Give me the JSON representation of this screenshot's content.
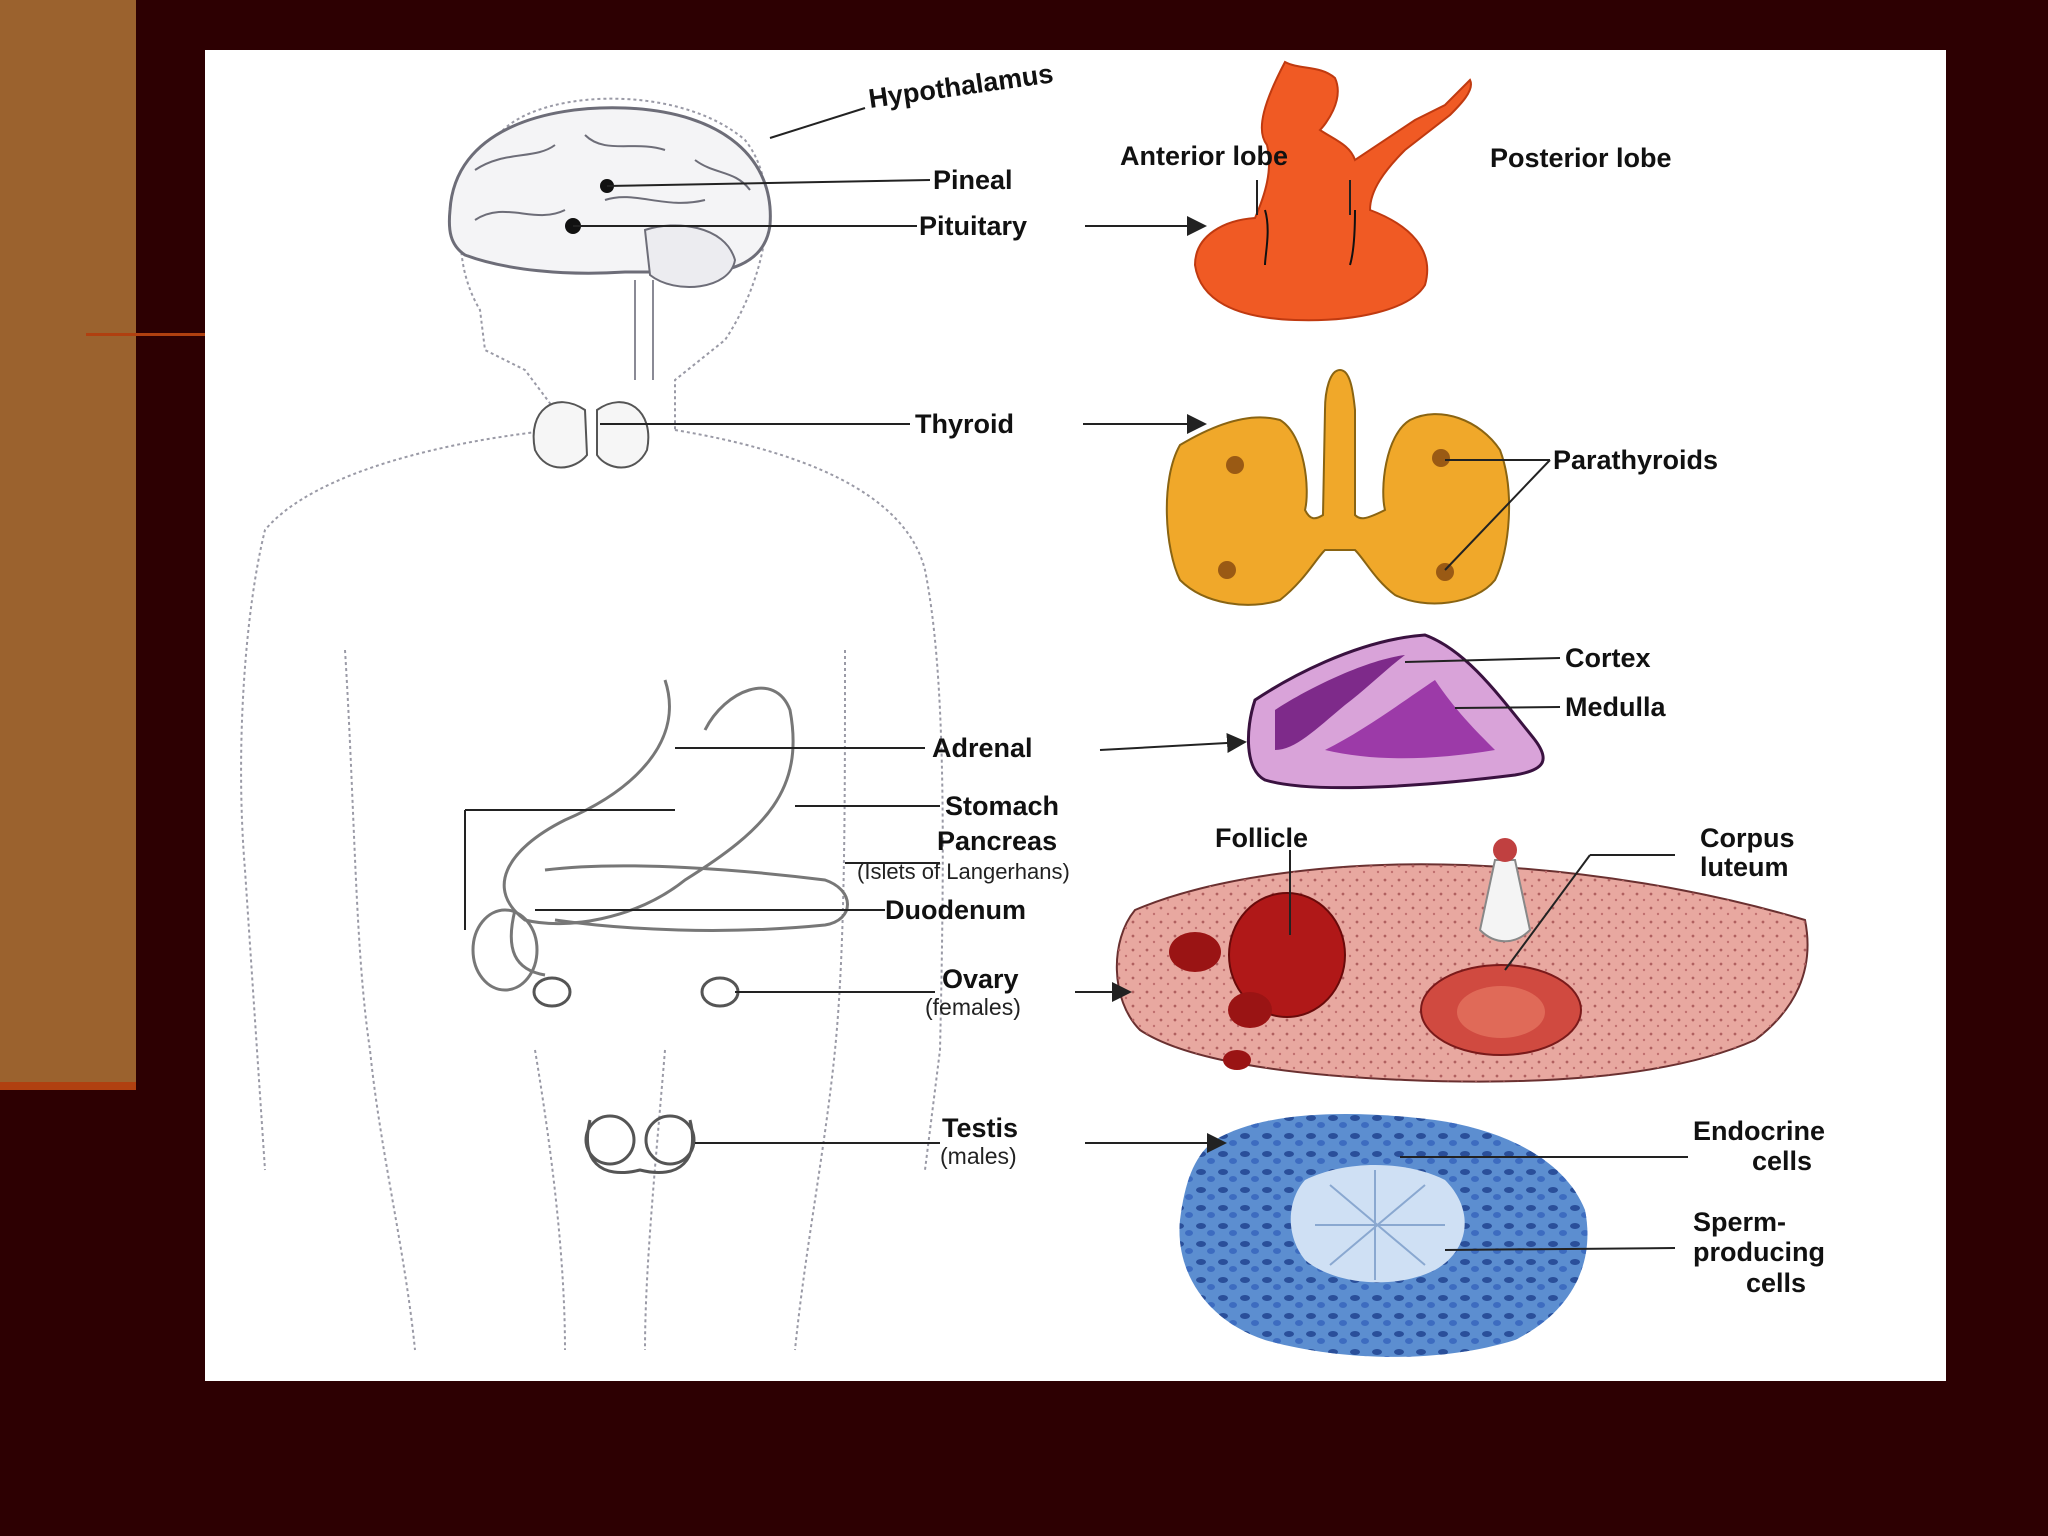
{
  "colors": {
    "slide_background": "#2d0002",
    "sidebar_panel": "#9b622e",
    "accent": "#b04010",
    "pituitary": "#f05a24",
    "thyroid": "#f0a82a",
    "adrenal_cortex": "#7e2a8a",
    "adrenal_outer": "#d9a3d9",
    "ovary": "#e8a8a0",
    "follicle": "#b01818",
    "testis": "#5c8ed0"
  },
  "labels": {
    "hypothalamus": "Hypothalamus",
    "pineal": "Pineal",
    "pituitary": "Pituitary",
    "anterior_lobe": "Anterior lobe",
    "posterior_lobe": "Posterior lobe",
    "thyroid": "Thyroid",
    "parathyroids": "Parathyroids",
    "cortex": "Cortex",
    "medulla": "Medulla",
    "adrenal": "Adrenal",
    "stomach": "Stomach",
    "pancreas": "Pancreas",
    "islets": "(Islets of Langerhans)",
    "duodenum": "Duodenum",
    "follicle": "Follicle",
    "corpus_line1": "Corpus",
    "corpus_line2": "luteum",
    "ovary": "Ovary",
    "ovary_sub": "(females)",
    "testis": "Testis",
    "testis_sub": "(males)",
    "endocrine_line1": "Endocrine",
    "endocrine_line2": "cells",
    "sperm_line1": "Sperm-",
    "sperm_line2": "producing",
    "sperm_line3": "cells"
  }
}
